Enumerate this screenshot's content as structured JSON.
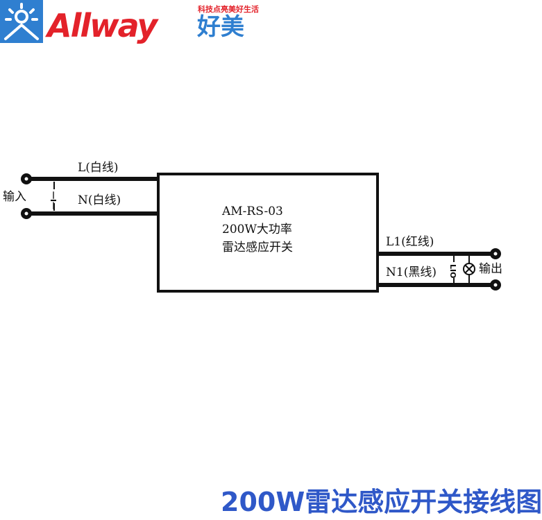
{
  "brand": {
    "name": "Allway",
    "name_cn": "好美",
    "tagline": "科技点亮美好生活",
    "colors": {
      "red": "#e3222a",
      "blue": "#2f7fd0"
    }
  },
  "diagram": {
    "input_label": "输入",
    "input_l_wire": "L(白线)",
    "input_n_wire": "N(白线)",
    "input_switch_label": "一I一",
    "device": {
      "model": "AM-RS-03",
      "power": "200W大功率",
      "name": "雷达感应开关"
    },
    "output_l_wire": "L1(红线)",
    "output_n_wire": "N1(黑线)",
    "output_load_label": "LIO",
    "output_label": "输出",
    "lamp_icon": "lamp-icon"
  },
  "footer": {
    "title": "200W雷达感应开关接线图",
    "color": "#2f58c8"
  }
}
